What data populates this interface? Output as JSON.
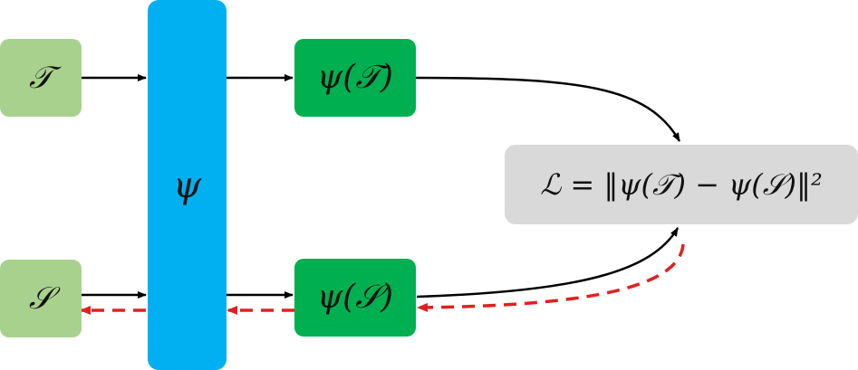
{
  "nodes": {
    "input_target": {
      "label": "𝒯",
      "color": "#a9d18e"
    },
    "input_source": {
      "label": "𝒮",
      "color": "#a9d18e"
    },
    "encoder": {
      "label": "ψ",
      "color": "#00b0f0"
    },
    "embed_target": {
      "label": "ψ(𝒯)",
      "color": "#00b050"
    },
    "embed_source": {
      "label": "ψ(𝒮)",
      "color": "#00b050"
    },
    "loss": {
      "label": "ℒ = ‖ψ(𝒯) − ψ(𝒮)‖²",
      "color": "#d9d9d9"
    }
  },
  "edges": {
    "forward_color": "#000000",
    "backward_color": "#e02020",
    "backward_style": "dashed"
  }
}
